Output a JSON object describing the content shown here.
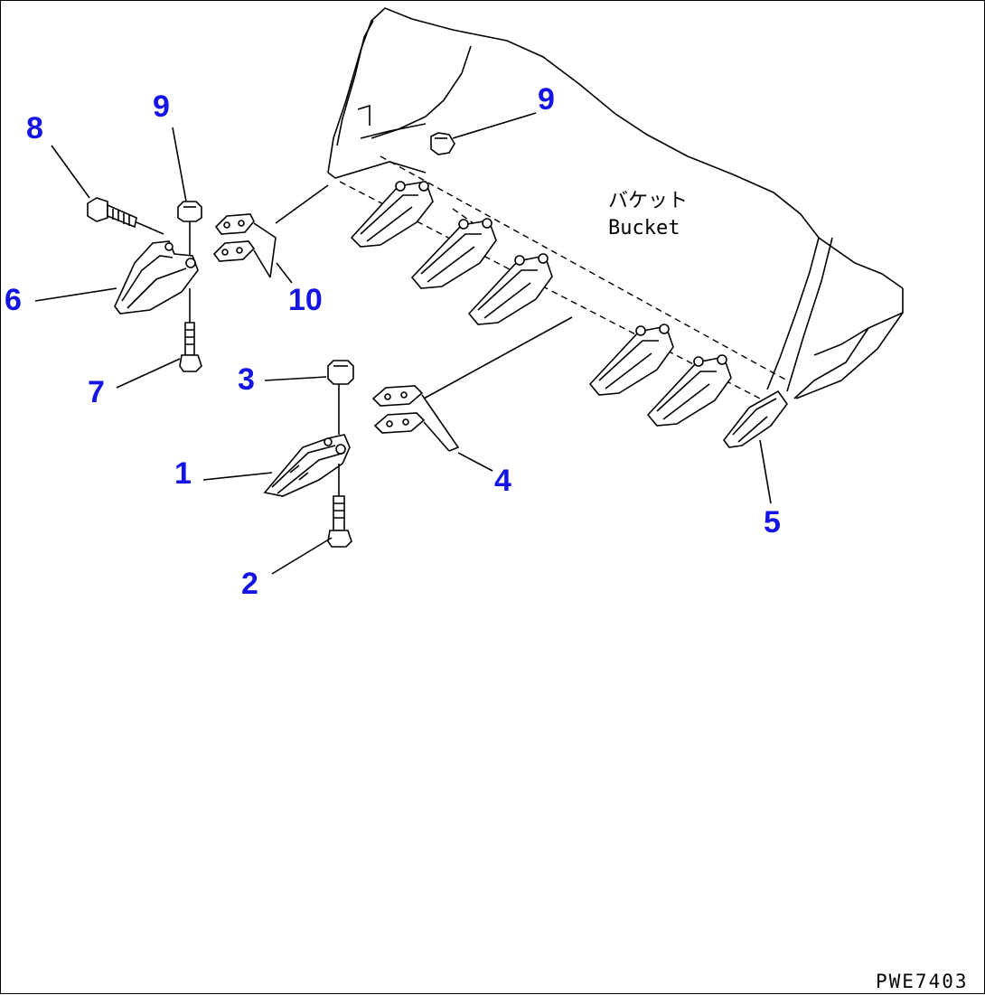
{
  "callouts": {
    "c1": "1",
    "c2": "2",
    "c3": "3",
    "c4": "4",
    "c5": "5",
    "c6": "6",
    "c7": "7",
    "c8": "8",
    "c9_left": "9",
    "c9_right": "9",
    "c10": "10"
  },
  "bucket_label": {
    "jp": "バケット",
    "en": "Bucket"
  },
  "drawing_code": "PWE7403",
  "colors": {
    "callout": "#1414e6",
    "line": "#000000",
    "background": "#ffffff"
  }
}
